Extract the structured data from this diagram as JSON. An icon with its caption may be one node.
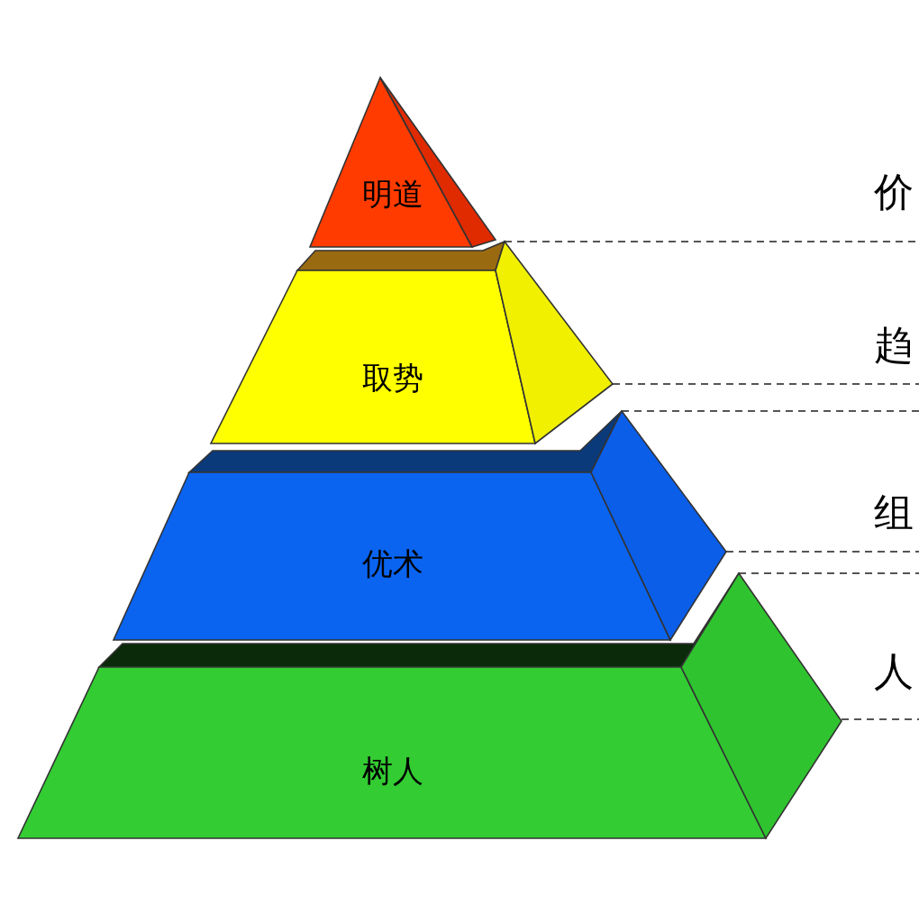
{
  "diagram": {
    "nodes": [
      {
        "text": [
          "明道"
        ]
      },
      {
        "text": [
          "取势"
        ]
      },
      {
        "text": [
          "优术"
        ]
      },
      {
        "text": [
          "树人"
        ]
      }
    ],
    "labels": [
      "价",
      "趋",
      "组",
      "人"
    ]
  }
}
